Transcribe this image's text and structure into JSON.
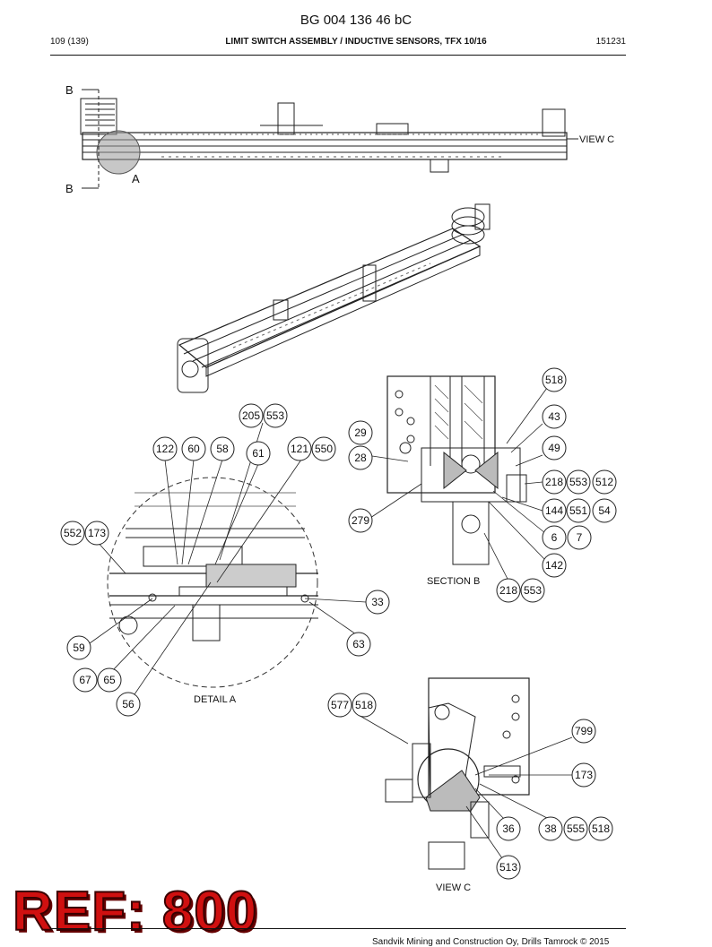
{
  "header": {
    "doc_id": "BG 004 136 46 bC",
    "page": "109 (139)",
    "title": "LIMIT SWITCH ASSEMBLY / INDUCTIVE SENSORS, TFX 10/16",
    "code": "151231"
  },
  "views": {
    "section_b": "SECTION  B",
    "detail_a": "DETAIL  A",
    "view_c_bottom": "VIEW  C",
    "view_c_top": "VIEW  C",
    "mark_b": "B",
    "mark_a": "A"
  },
  "callouts": {
    "c518a": "518",
    "c43": "43",
    "c29": "29",
    "c49": "49",
    "c28": "28",
    "c218a": "218",
    "c553a": "553",
    "c512": "512",
    "c144": "144",
    "c551": "551",
    "c54": "54",
    "c279": "279",
    "c6": "6",
    "c7": "7",
    "c142": "142",
    "c218b": "218",
    "c553b": "553",
    "c205": "205",
    "c553c": "553",
    "c122": "122",
    "c60": "60",
    "c58": "58",
    "c61": "61",
    "c121": "121",
    "c550": "550",
    "c552": "552",
    "c173a": "173",
    "c33": "33",
    "c59": "59",
    "c63": "63",
    "c67": "67",
    "c65": "65",
    "c56": "56",
    "c577": "577",
    "c518b": "518",
    "c799": "799",
    "c173b": "173",
    "c36": "36",
    "c38": "38",
    "c555": "555",
    "c518c": "518",
    "c513": "513"
  },
  "watermark": {
    "text": "REF: 800",
    "color": "#d01010"
  },
  "footer": {
    "text": "Sandvik Mining and Construction Oy, Drills Tamrock © 2015"
  }
}
